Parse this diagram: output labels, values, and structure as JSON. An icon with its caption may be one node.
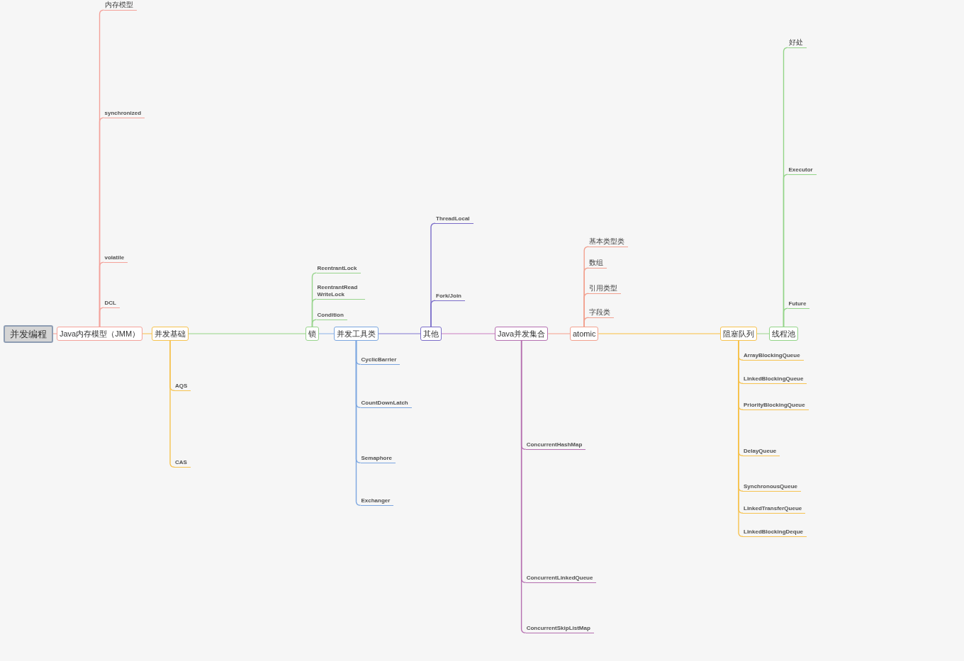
{
  "diagram": {
    "nodes": [
      {
        "text": [
          "并发编程"
        ]
      },
      {
        "text": [
          "Java内存模型（JMM）"
        ]
      },
      {
        "text": [
          "内存模型"
        ]
      },
      {
        "text": [
          "synchronized"
        ]
      },
      {
        "text": [
          "volatile"
        ]
      },
      {
        "text": [
          "DCL"
        ]
      },
      {
        "text": [
          "并发基础"
        ]
      },
      {
        "text": [
          "AQS"
        ]
      },
      {
        "text": [
          "CAS"
        ]
      },
      {
        "text": [
          "锁"
        ]
      },
      {
        "text": [
          "ReentrantLock"
        ]
      },
      {
        "text": [
          "ReentrantRead WriteLock"
        ]
      },
      {
        "text": [
          "Condition"
        ]
      },
      {
        "text": [
          "并发工具类"
        ]
      },
      {
        "text": [
          "CyclicBarrier"
        ]
      },
      {
        "text": [
          "CountDownLatch"
        ]
      },
      {
        "text": [
          "Semaphore"
        ]
      },
      {
        "text": [
          "Exchanger"
        ]
      },
      {
        "text": [
          "其他"
        ]
      },
      {
        "text": [
          "ThreadLocal"
        ]
      },
      {
        "text": [
          "Fork/Join"
        ]
      },
      {
        "text": [
          "Java并发集合"
        ]
      },
      {
        "text": [
          "ConcurrentHashMap"
        ]
      },
      {
        "text": [
          "ConcurrentLinkedQueue"
        ]
      },
      {
        "text": [
          "ConcurrentSkipListMap"
        ]
      },
      {
        "text": [
          "atomic"
        ]
      },
      {
        "text": [
          "基本类型类"
        ]
      },
      {
        "text": [
          "数组"
        ]
      },
      {
        "text": [
          "引用类型"
        ]
      },
      {
        "text": [
          "字段类"
        ]
      },
      {
        "text": [
          "阻塞队列"
        ]
      },
      {
        "text": [
          "ArrayBlockingQueue"
        ]
      },
      {
        "text": [
          "LinkedBlockingQueue"
        ]
      },
      {
        "text": [
          "PriorityBlockingQueue"
        ]
      },
      {
        "text": [
          "DelayQueue"
        ]
      },
      {
        "text": [
          "SynchronousQueue"
        ]
      },
      {
        "text": [
          "LinkedTransferQueue"
        ]
      },
      {
        "text": [
          "LinkedBlockingDeque"
        ]
      },
      {
        "text": [
          "线程池"
        ]
      },
      {
        "text": [
          "好处"
        ]
      },
      {
        "text": [
          "Executor"
        ]
      },
      {
        "text": [
          "Future"
        ]
      }
    ],
    "edges": [
      {
        "from": 0,
        "to": 1,
        "arrow": "none",
        "color": "#f6b7b0"
      },
      {
        "from": 1,
        "to": 6,
        "arrow": "none",
        "color": "#f8d07a"
      },
      {
        "from": 6,
        "to": 9,
        "arrow": "none",
        "color": "#b5dfaa"
      },
      {
        "from": 9,
        "to": 13,
        "arrow": "none",
        "color": "#a9c6ec"
      },
      {
        "from": 13,
        "to": 18,
        "arrow": "none",
        "color": "#a79fdc"
      },
      {
        "from": 18,
        "to": 21,
        "arrow": "none",
        "color": "#d8a5d3"
      },
      {
        "from": 21,
        "to": 25,
        "arrow": "none",
        "color": "#f7b8aa"
      },
      {
        "from": 25,
        "to": 30,
        "arrow": "none",
        "color": "#f8d07a"
      },
      {
        "from": 30,
        "to": 38,
        "arrow": "none",
        "color": "#b5dfaa"
      },
      {
        "from": 1,
        "to": 2,
        "arrow": "none",
        "color": "#f4a29a"
      },
      {
        "from": 1,
        "to": 3,
        "arrow": "none",
        "color": "#f4a29a"
      },
      {
        "from": 1,
        "to": 4,
        "arrow": "none",
        "color": "#f4a29a"
      },
      {
        "from": 1,
        "to": 5,
        "arrow": "none",
        "color": "#f4a29a"
      },
      {
        "from": 6,
        "to": 7,
        "arrow": "none",
        "color": "#f6c24f"
      },
      {
        "from": 6,
        "to": 8,
        "arrow": "none",
        "color": "#f6c24f"
      },
      {
        "from": 9,
        "to": 10,
        "arrow": "none",
        "color": "#98d48c"
      },
      {
        "from": 9,
        "to": 11,
        "arrow": "none",
        "color": "#98d48c"
      },
      {
        "from": 9,
        "to": 12,
        "arrow": "none",
        "color": "#98d48c"
      },
      {
        "from": 13,
        "to": 14,
        "arrow": "none",
        "color": "#7ba6e0"
      },
      {
        "from": 13,
        "to": 15,
        "arrow": "none",
        "color": "#7ba6e0"
      },
      {
        "from": 13,
        "to": 16,
        "arrow": "none",
        "color": "#7ba6e0"
      },
      {
        "from": 13,
        "to": 17,
        "arrow": "none",
        "color": "#7ba6e0"
      },
      {
        "from": 18,
        "to": 19,
        "arrow": "none",
        "color": "#7b6dc9"
      },
      {
        "from": 18,
        "to": 20,
        "arrow": "none",
        "color": "#7b6dc9"
      },
      {
        "from": 21,
        "to": 22,
        "arrow": "none",
        "color": "#b56fb0"
      },
      {
        "from": 21,
        "to": 23,
        "arrow": "none",
        "color": "#b56fb0"
      },
      {
        "from": 21,
        "to": 24,
        "arrow": "none",
        "color": "#b56fb0"
      },
      {
        "from": 25,
        "to": 26,
        "arrow": "none",
        "color": "#f2a08e"
      },
      {
        "from": 25,
        "to": 27,
        "arrow": "none",
        "color": "#f2a08e"
      },
      {
        "from": 25,
        "to": 28,
        "arrow": "none",
        "color": "#f2a08e"
      },
      {
        "from": 25,
        "to": 29,
        "arrow": "none",
        "color": "#f2a08e"
      },
      {
        "from": 30,
        "to": 31,
        "arrow": "none",
        "color": "#f6c24f"
      },
      {
        "from": 30,
        "to": 32,
        "arrow": "none",
        "color": "#f6c24f"
      },
      {
        "from": 30,
        "to": 33,
        "arrow": "none",
        "color": "#f6c24f"
      },
      {
        "from": 30,
        "to": 34,
        "arrow": "none",
        "color": "#f6c24f"
      },
      {
        "from": 30,
        "to": 35,
        "arrow": "none",
        "color": "#f6c24f"
      },
      {
        "from": 30,
        "to": 36,
        "arrow": "none",
        "color": "#f6c24f"
      },
      {
        "from": 30,
        "to": 37,
        "arrow": "none",
        "color": "#f6c24f"
      },
      {
        "from": 38,
        "to": 39,
        "arrow": "none",
        "color": "#92d487"
      },
      {
        "from": 38,
        "to": 40,
        "arrow": "none",
        "color": "#92d487"
      },
      {
        "from": 38,
        "to": 41,
        "arrow": "none",
        "color": "#92d487"
      }
    ]
  }
}
